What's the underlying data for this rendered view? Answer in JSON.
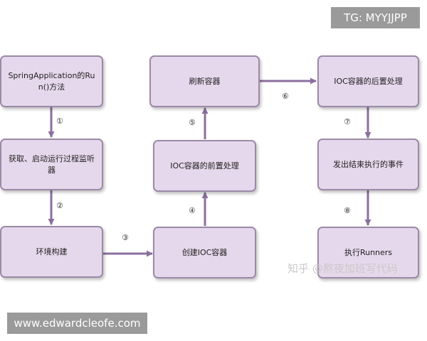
{
  "overlay": {
    "tg_label": "TG: MYYJJPP",
    "site_label": "www.edwardcleofe.com",
    "zhihu_watermark": "知乎 @熬夜加班写代码"
  },
  "nodes": {
    "run": "SpringApplication的Run()方法",
    "listeners": "获取、启动运行过程监听器",
    "env": "环境构建",
    "create_ioc": "创建IOC容器",
    "ioc_pre": "IOC容器的前置处理",
    "refresh": "刷新容器",
    "ioc_post": "IOC容器的后置处理",
    "publish_end": "发出结束执行的事件",
    "runners": "执行Runners"
  },
  "steps": {
    "s1": "①",
    "s2": "②",
    "s3": "③",
    "s4": "④",
    "s5": "⑤",
    "s6": "⑥",
    "s7": "⑦",
    "s8": "⑧"
  },
  "colors": {
    "node_fill": "#e6d8ec",
    "node_border": "#9b8aa6",
    "arrow": "#8b6f9e"
  }
}
